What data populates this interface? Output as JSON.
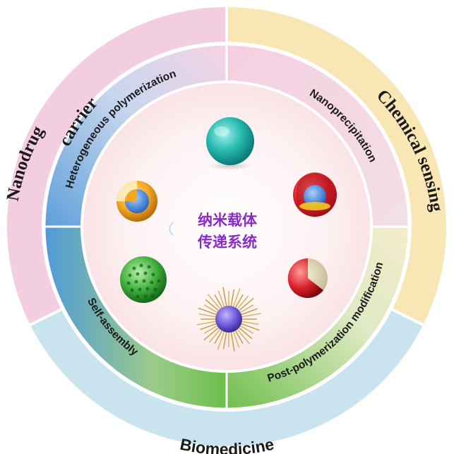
{
  "outer_ring": {
    "nanodrug": "Nanodrug",
    "carrier": "carrier",
    "chemical_sensing": "Chemical sensing",
    "biomedicine": "Biomedicine"
  },
  "inner_ring": {
    "heterogeneous": "Heterogeneous polymerization",
    "nanoprecipitation": "Nanoprecipitation",
    "post_polymerization": "Post-polymerization modification",
    "self_assembly": "Self-assembly"
  },
  "center": {
    "line1": "纳米载体",
    "line2": "传递系统"
  },
  "colors": {
    "outer_top_left": "#f3cde0",
    "outer_top_right": "#f8e6b4",
    "outer_bottom": "#c9e4ee",
    "center_text": "#8a2bc8"
  }
}
